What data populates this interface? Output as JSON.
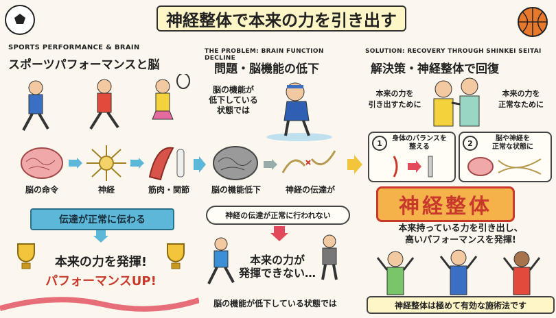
{
  "title": "神経整体で本来の力を引き出す",
  "left": {
    "eng": "SPORTS PERFORMANCE & BRAIN",
    "heading": "スポーツパフォーマンスと脳",
    "flow": [
      "脳の命令",
      "神経",
      "筋肉・関節"
    ],
    "band": "伝達が正常に伝わる",
    "result1": "本来の力を発揮!",
    "result2": "パフォーマンスUP!"
  },
  "middle": {
    "eng": "THE PROBLEM: BRAIN FUNCTION DECLINE",
    "heading": "問題・脳機能の低下",
    "state": "脳の機能が\n低下している\n状態では",
    "flow": [
      "脳の機能低下",
      "神経の伝達が"
    ],
    "band": "神経の伝達が正常に行われない",
    "result": "本来の力が\n発揮できない…",
    "footer": "脳の機能が低下している状態では"
  },
  "right": {
    "eng": "SOLUTION: RECOVERY THROUGH SHINKEI SEITAI",
    "heading": "解決策・神経整体で回復",
    "left_note": "本来の力を\n引き出すために",
    "right_note": "本来の力を\n正常なために",
    "step1_num": "1",
    "step1": "身体のバランスを\n整える",
    "step2_num": "2",
    "step2": "脳や神経を\n正常な状態に",
    "banner": "神経整体",
    "result": "本来持っている力を引き出し、\n高いパフォーマンスを発揮!",
    "footer": "神経整体は極めて有効な施術法です"
  },
  "colors": {
    "accent": "#c8392b",
    "band": "#5db7d8",
    "seitai": "#f6b24a"
  }
}
